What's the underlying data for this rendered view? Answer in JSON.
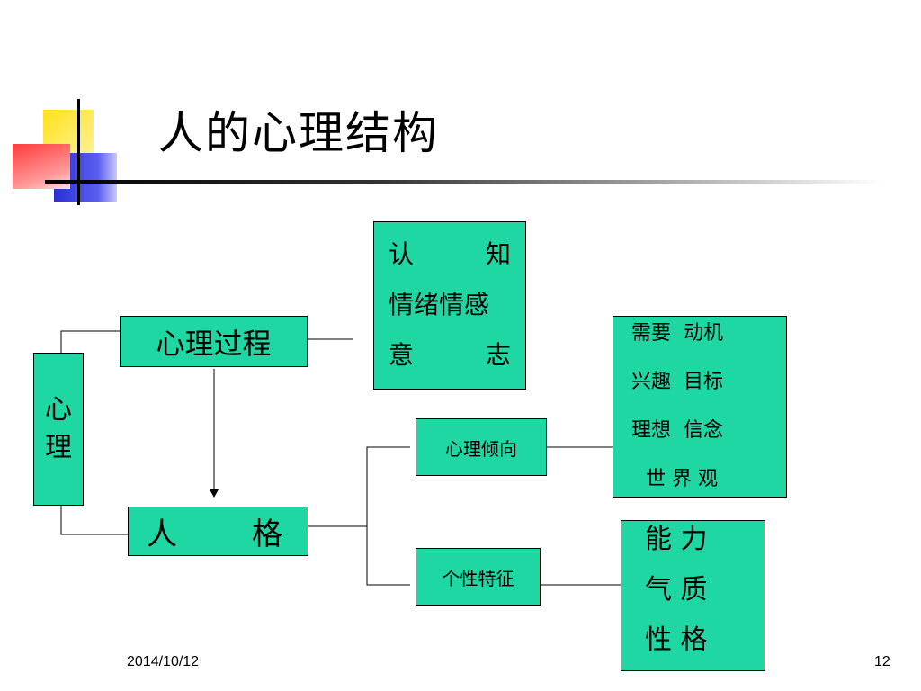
{
  "title": "人的心理结构",
  "footer": {
    "date": "2014/10/12",
    "page": "12"
  },
  "nodes": {
    "xinli": [
      "心",
      "理"
    ],
    "process": "心理过程",
    "renge": [
      "人",
      "格"
    ],
    "process_items": [
      [
        "认",
        "知"
      ],
      [
        "情绪情感"
      ],
      [
        "意",
        "志"
      ]
    ],
    "tendency": "心理倾向",
    "trait": "个性特征",
    "tendency_items": [
      "需要  动机",
      "兴趣  目标",
      "理想  信念",
      "世 界 观"
    ],
    "trait_items": [
      "能 力",
      "气 质",
      "性 格"
    ]
  },
  "colors": {
    "box_fill": "#1ed7a2",
    "line": "#000000"
  }
}
